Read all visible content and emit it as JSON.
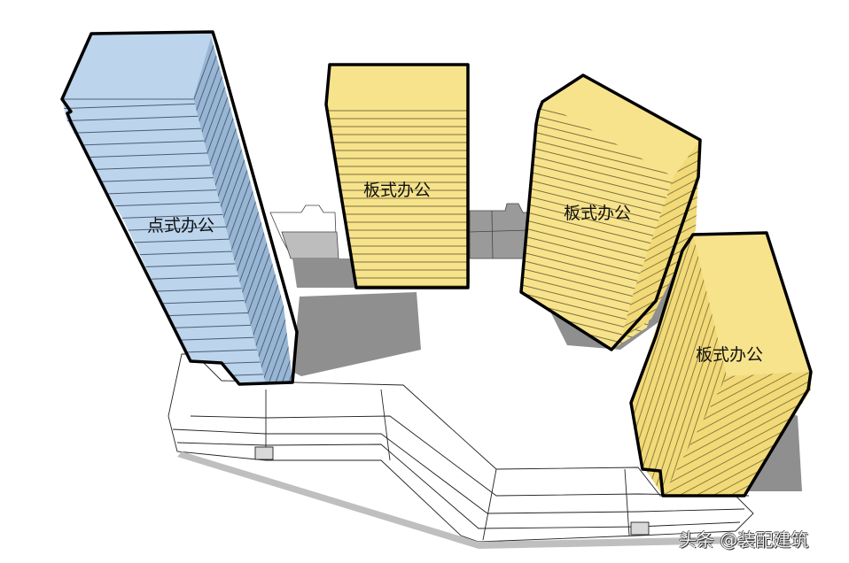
{
  "diagram": {
    "type": "3d-architectural-massing",
    "colors": {
      "point_tower": "#bcd4ec",
      "point_tower_side": "#98b6d4",
      "slab_tower": "#f7e38c",
      "slab_tower_side": "#eed470",
      "podium": "#ffffff",
      "shadow": "#8f8f8f",
      "outline": "#000000"
    },
    "buildings": [
      {
        "id": "tower-1",
        "kind": "point",
        "label": "点式办公"
      },
      {
        "id": "tower-2",
        "kind": "slab",
        "label": "板式办公"
      },
      {
        "id": "tower-3",
        "kind": "slab",
        "label": "板式办公"
      },
      {
        "id": "tower-4",
        "kind": "slab",
        "label": "板式办公"
      }
    ],
    "podium": {
      "label": ""
    }
  },
  "watermark": "头条 @装配建筑"
}
